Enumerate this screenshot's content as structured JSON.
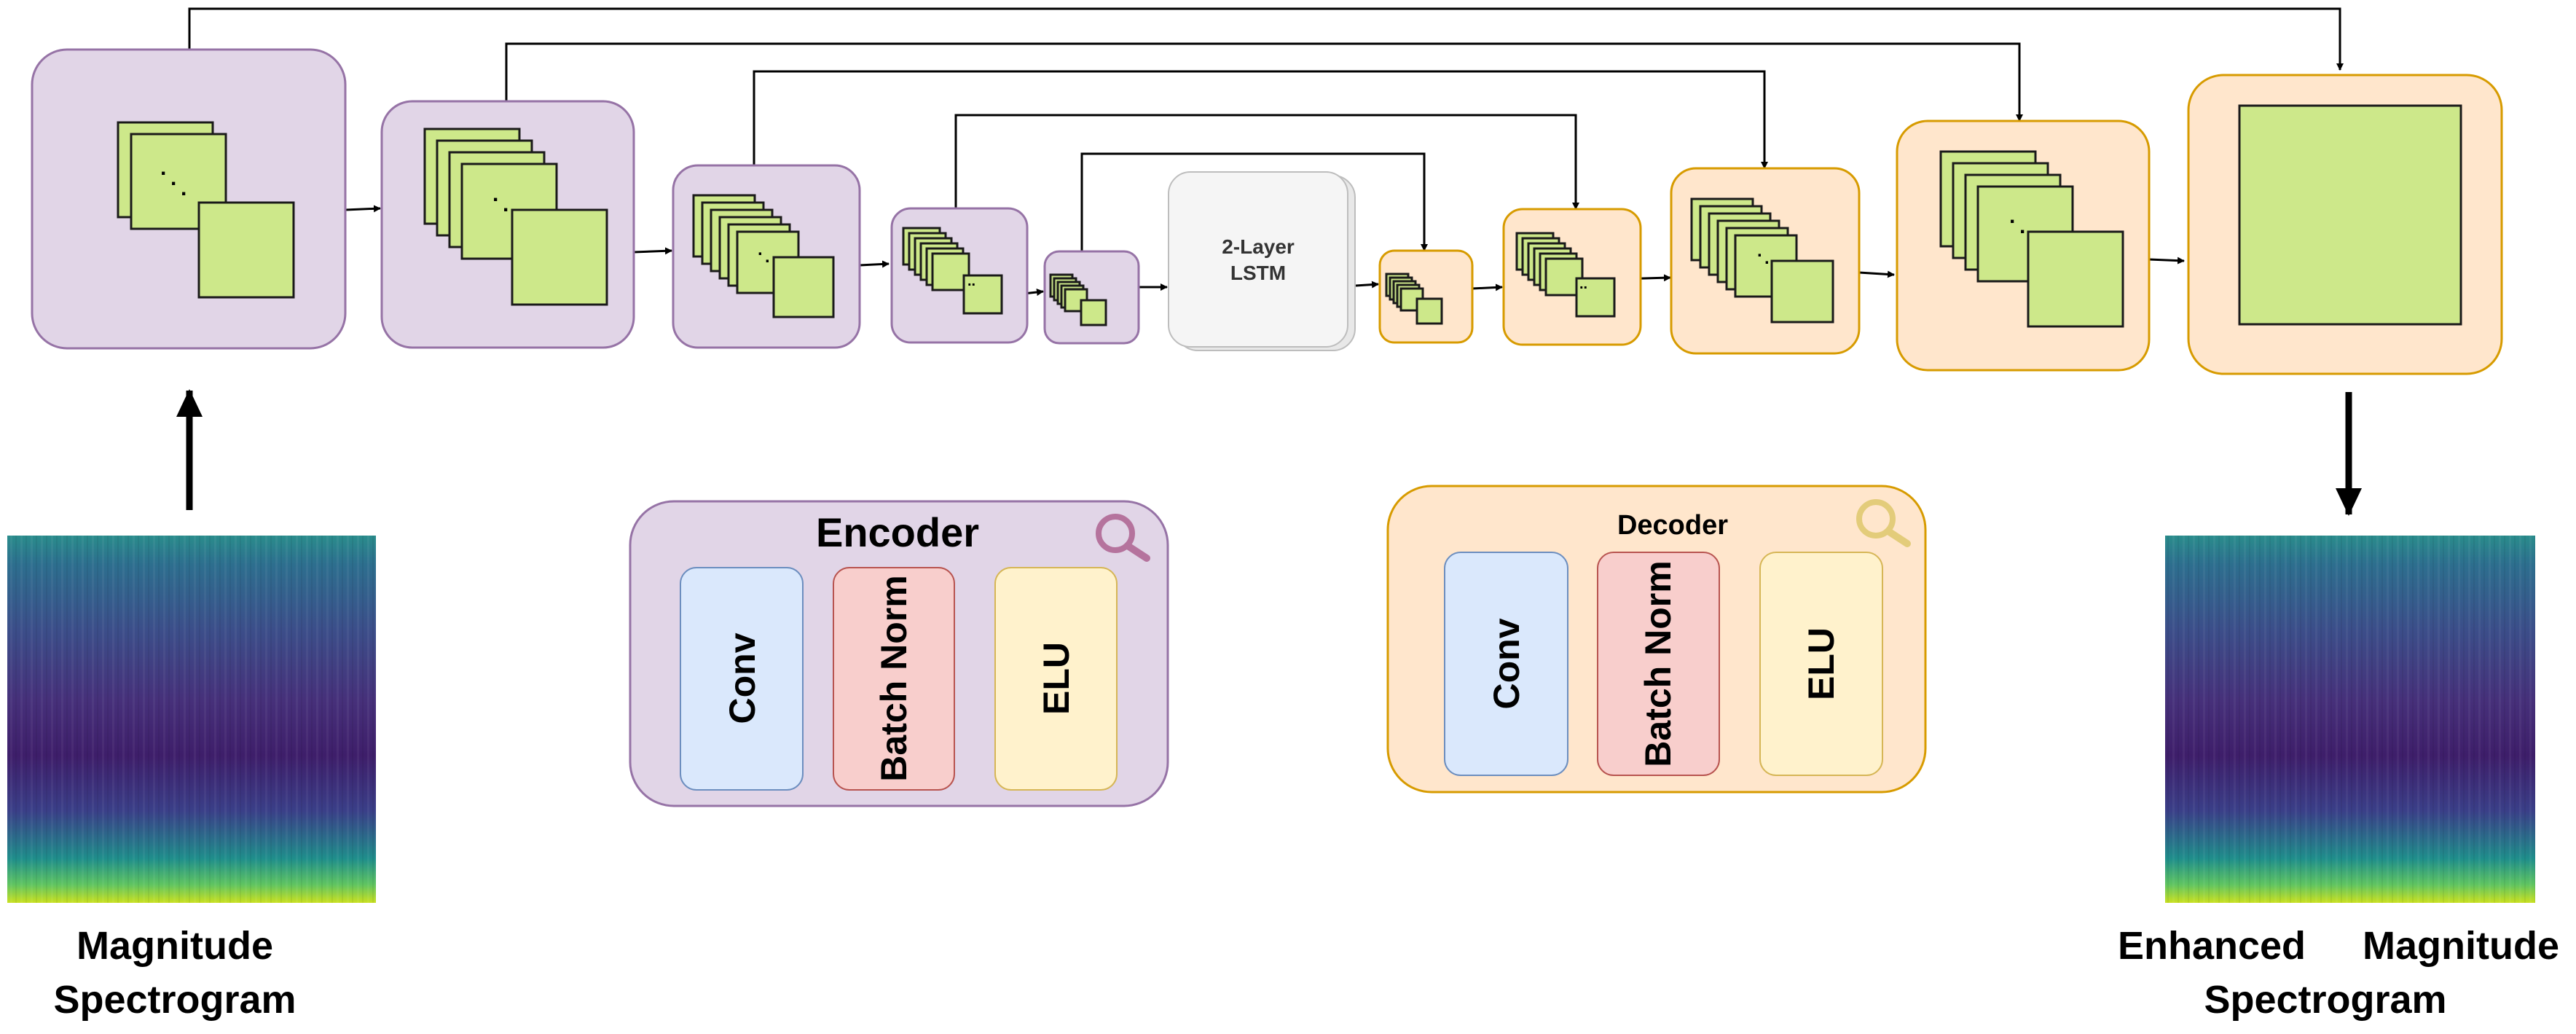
{
  "colors": {
    "encoder_fill": "#e1d5e7",
    "encoder_stroke": "#9673a6",
    "decoder_fill": "#ffe6cc",
    "decoder_stroke": "#d79b00",
    "feature_map": "#cde88a",
    "lstm_fill": "#f5f5f5",
    "conv_fill": "#dae8fc",
    "bn_fill": "#f8cecc",
    "elu_fill": "#fff2cc"
  },
  "icons": {
    "encoder_magnifier": "magnifier-icon",
    "decoder_magnifier": "magnifier-icon"
  },
  "lstm": {
    "line1": "2-Layer",
    "line2": "LSTM"
  },
  "input": {
    "line1": "Magnitude",
    "line2": "Spectrogram"
  },
  "output": {
    "line1a": "Enhanced",
    "line1b": "Magnitude",
    "line2": "Spectrogram"
  },
  "encoder_legend": {
    "title": "Encoder",
    "components": [
      "Conv",
      "Batch Norm",
      "ELU"
    ]
  },
  "decoder_legend": {
    "title": "Decoder",
    "components": [
      "Conv",
      "Batch Norm",
      "ELU"
    ]
  }
}
